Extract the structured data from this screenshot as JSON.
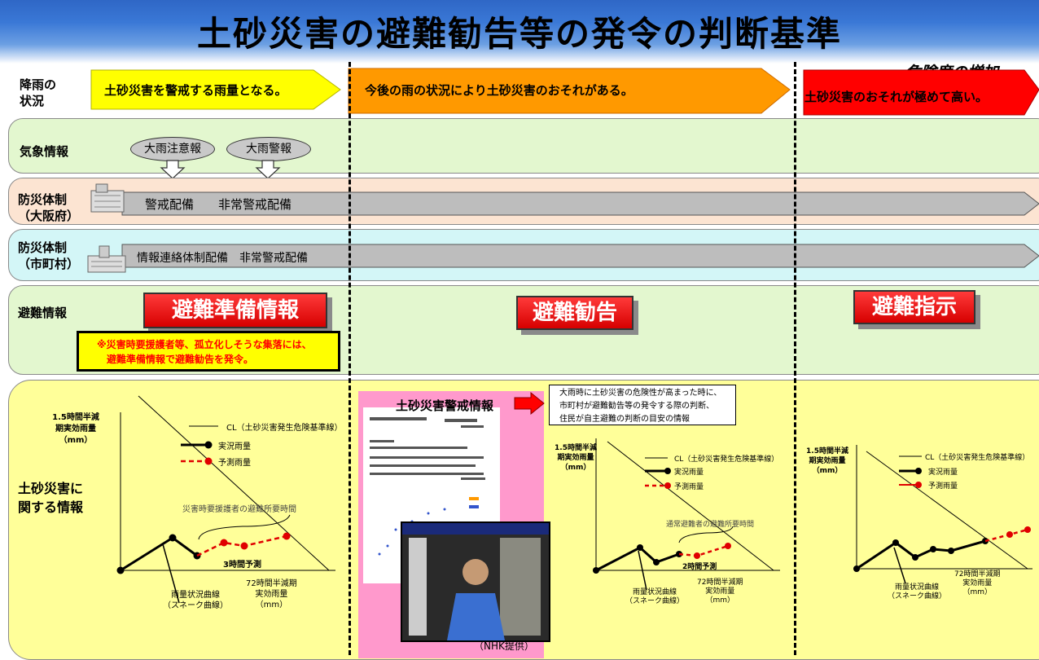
{
  "title": "土砂災害の避難勧告等の発令の判断基準",
  "danger_increase": "危険度の増加",
  "rows": {
    "rain": "降雨の\n状況",
    "weather": "気象情報",
    "osaka": "防災体制\n（大阪府）",
    "municipal": "防災体制\n（市町村）",
    "evac": "避難情報",
    "sediment": "土砂災害に\n関する情報"
  },
  "rain_stages": [
    "土砂災害を警戒する雨量となる。",
    "今後の雨の状況により土砂災害のおそれがある。",
    "土砂災害のおそれが極めて高い。"
  ],
  "weather_alerts": [
    "大雨注意報",
    "大雨警報"
  ],
  "osaka_levels": "警戒配備　　非常警戒配備",
  "municipal_levels": "情報連絡体制配備　非常警戒配備",
  "evac_info": {
    "prep": "避難準備情報",
    "advisory": "避難勧告",
    "order": "避難指示",
    "note": "※災害時要援護者等、孤立化しそうな集落には、\n　避難準備情報で避難勧告を発令。"
  },
  "center": {
    "label": "土砂災害警戒情報",
    "description": "大雨時に土砂災害の危険性が高まった時に、\n市町村が避難勧告等の発令する際の判断、\n住民が自主避難の判断の目安の情報",
    "credit": "（NHK提供）"
  },
  "graphs": [
    {
      "ylabel": "1.5時間半減\n期実効雨量\n（mm）",
      "legend": [
        "CL（土砂災害発生危険基準線）",
        "実況雨量",
        "予測雨量"
      ],
      "span_label": "災害時要援護者の避難所要時間",
      "forecast_label": "3時間予測",
      "snake": "雨量状況曲線\n（スネーク曲線）",
      "xlabel": "72時間半減期\n実効雨量\n（mm）"
    },
    {
      "ylabel": "1.5時間半減\n期実効雨量\n（mm）",
      "legend": [
        "CL（土砂災害発生危険基準線）",
        "実況雨量",
        "予測雨量"
      ],
      "span_label": "通常避難者の避難所要時間",
      "forecast_label": "2時間予測",
      "snake": "雨量状況曲線\n（スネーク曲線）",
      "xlabel": "72時間半減期\n実効雨量\n（mm）"
    },
    {
      "ylabel": "1.5時間半減\n期実効雨量\n（mm）",
      "legend": [
        "CL（土砂災害発生危険基準線）",
        "実況雨量",
        "予測雨量"
      ],
      "snake": "雨量状況曲線\n（スネーク曲線）",
      "xlabel": "72時間半減期\n実効雨量\n（mm）"
    }
  ],
  "colors": {
    "yellow": "#ffff00",
    "orange": "#ff9900",
    "red": "#ff0000",
    "evac_red": "#e60000",
    "pink": "#ff99cc"
  }
}
